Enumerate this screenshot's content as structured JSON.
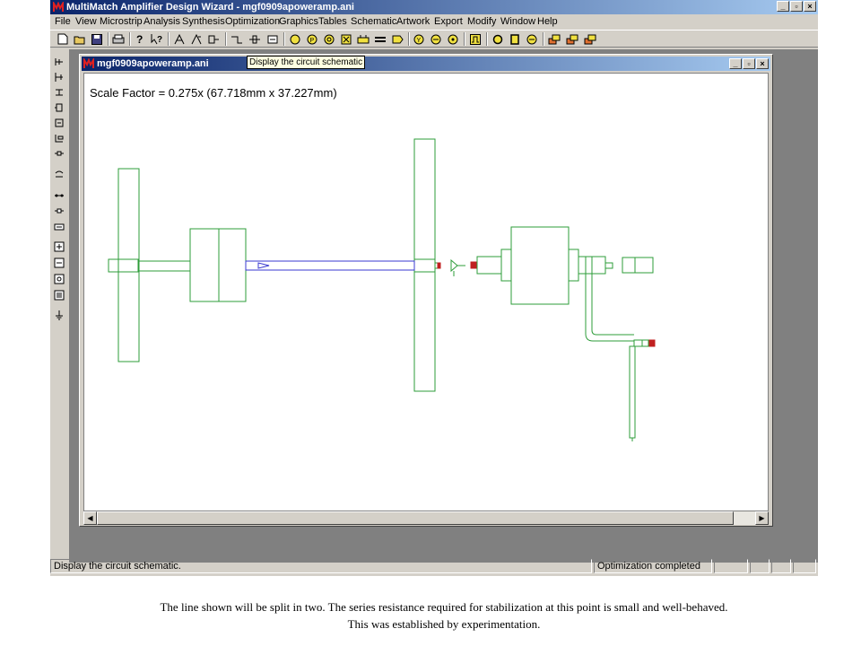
{
  "app": {
    "title": "MultiMatch Amplifier Design Wizard - mgf0909apoweramp.ani",
    "minimize": "_",
    "restore": "▫",
    "close": "×"
  },
  "menu": [
    "File",
    "View",
    "Microstrip",
    "Analysis",
    "Synthesis",
    "Optimization",
    "Graphics",
    "Tables",
    "Schematic",
    "Artwork",
    "Export",
    "Modify",
    "Window",
    "Help"
  ],
  "tooltip": "Display the circuit schematic",
  "document": {
    "title": "mgf0909apoweramp.ani",
    "scale_text": "Scale Factor =  0.275x (67.718mm x 37.227mm)"
  },
  "status": {
    "message": "Display the circuit schematic.",
    "state": "Optimization completed"
  },
  "caption": {
    "line1": "The line shown will be split in two. The series resistance required for stabilization at this point is small and well-behaved.",
    "line2": "This was established by experimentation."
  },
  "colors": {
    "trace": "#2e9c3a",
    "line": "#3a3ad0",
    "resistor": "#c02020"
  }
}
